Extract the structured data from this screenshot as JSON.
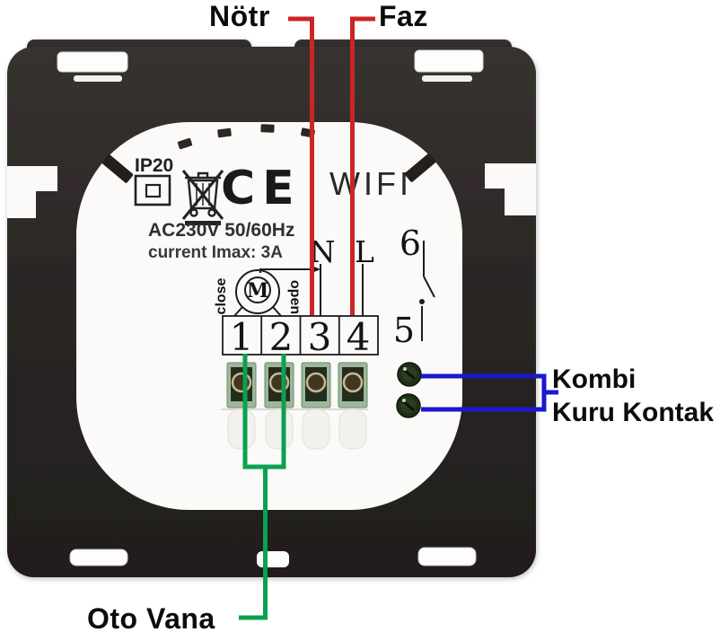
{
  "figure": {
    "type": "wiring-diagram",
    "subject": "WIFI thermostat rear view wiring annotation"
  },
  "annotations": {
    "neutral": {
      "label": "Nötr",
      "color": "#cb2527"
    },
    "phase": {
      "label": "Faz",
      "color": "#cb2527"
    },
    "boiler": {
      "label_line1": "Kombi",
      "label_line2": "Kuru Kontak",
      "color": "#1a18ce"
    },
    "valve": {
      "label": "Oto Vana",
      "color": "#0aa150"
    }
  },
  "device": {
    "markings": {
      "ip_rating": "IP20",
      "ce_mark": "CE",
      "wifi_label": "WIFI",
      "voltage": "AC230V 50/60Hz",
      "current": "current Imax:  3A"
    },
    "terminals": {
      "neutral": "N",
      "live": "L",
      "t1": "1",
      "t2": "2",
      "t3": "3",
      "t4": "4",
      "t5": "5",
      "t6": "6"
    },
    "motor": {
      "letter": "M",
      "close_label": "close",
      "open_label": "open"
    }
  }
}
